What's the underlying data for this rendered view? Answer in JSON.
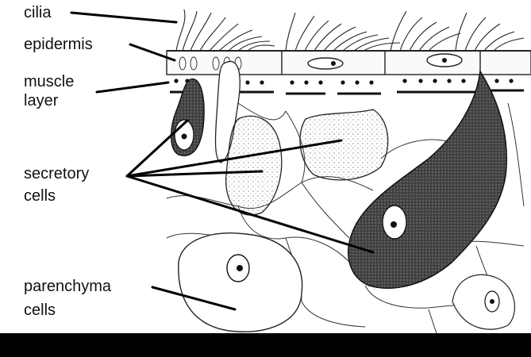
{
  "labels": {
    "cilia": "cilia",
    "epidermis": "epidermis",
    "muscle_line1": "muscle",
    "muscle_line2": "layer",
    "secretory_line1": "secretory",
    "secretory_line2": "cells",
    "parenchyma_line1": "parenchyma",
    "parenchyma_line2": "cells"
  },
  "colors": {
    "ink": "#111111",
    "background": "#ffffff",
    "footer": "#000000"
  }
}
